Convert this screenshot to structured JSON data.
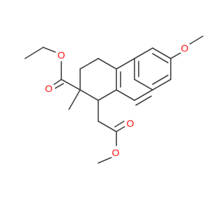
{
  "molecule": {
    "atoms": [
      {
        "label": "O",
        "color": "#ff0d0d"
      },
      {
        "label": "O",
        "color": "#ff0d0d"
      },
      {
        "label": "O",
        "color": "#ff0d0d"
      },
      {
        "label": "O",
        "color": "#ff0d0d"
      },
      {
        "label": "O",
        "color": "#ff0d0d"
      }
    ],
    "bond_color": "#404040"
  }
}
